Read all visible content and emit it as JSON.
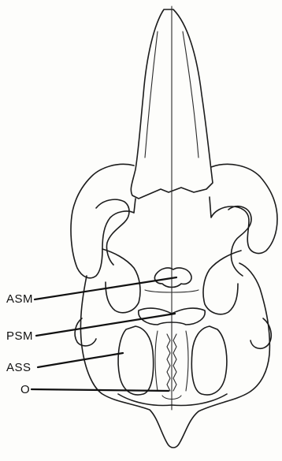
{
  "labels": {
    "asm": "ASM",
    "psm": "PSM",
    "ass": "ASS",
    "o": "O"
  }
}
